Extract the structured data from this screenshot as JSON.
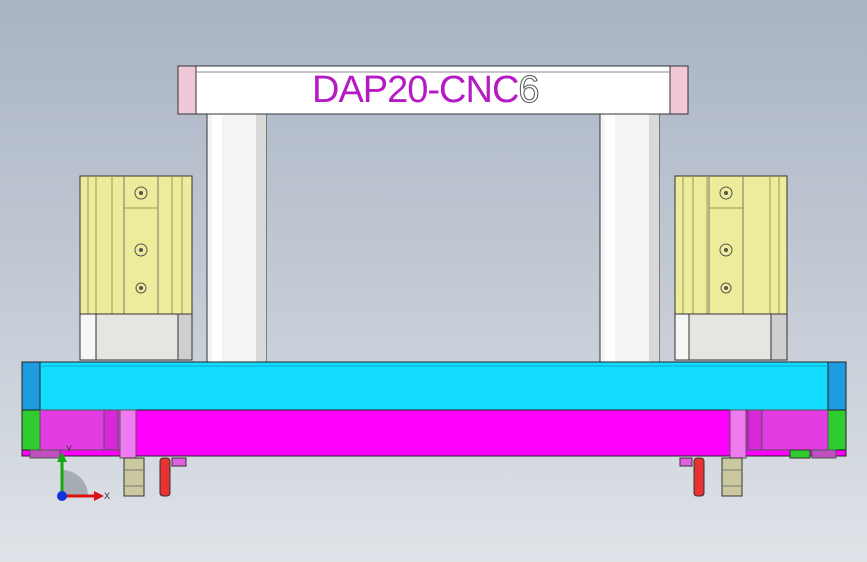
{
  "viewport": {
    "background_top": "#a9b3c4",
    "background_bottom": "#dfe3e8"
  },
  "model": {
    "label_main": "DAP20-CNC",
    "label_tail": "6",
    "colors": {
      "top_plate": "#ffffff",
      "top_plate_ends": "#f2c8d8",
      "posts": "#f4f4f4",
      "cylinder_body": "#ecec9a",
      "cylinder_base": "#e6e6e0",
      "base_plate": "#14dcff",
      "base_plate_ends": "#1f9be0",
      "bottom_plate": "#ff00ff",
      "bottom_plate_ends": "#2ecc2e",
      "locating_pin": "#e63232",
      "bushing": "#cbc8a0"
    }
  },
  "triad": {
    "x_label": "X",
    "y_label": "Y",
    "x_color": "#dd1111",
    "y_color": "#11aa11",
    "z_color": "#1133dd"
  }
}
